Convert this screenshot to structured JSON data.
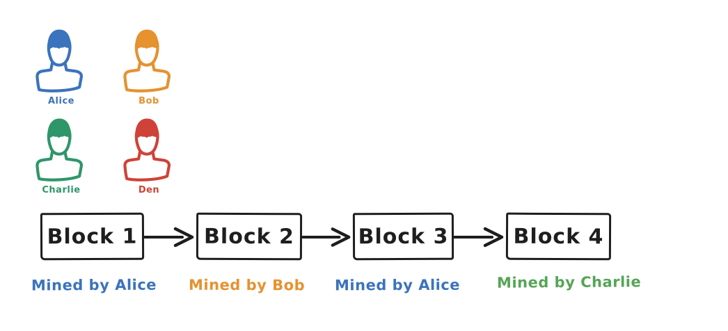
{
  "canvas": {
    "background": "#ffffff",
    "ink_color": "#1e1e1e"
  },
  "people": [
    {
      "name": "Alice",
      "color": "#3b73bd",
      "icon": "person-bust"
    },
    {
      "name": "Bob",
      "color": "#e5922f",
      "icon": "person-bust"
    },
    {
      "name": "Charlie",
      "color": "#2e9669",
      "icon": "person-bust"
    },
    {
      "name": "Den",
      "color": "#cf4237",
      "icon": "person-bust"
    }
  ],
  "chain": {
    "arrow_color": "#1e1e1e",
    "block_border_color": "#1e1e1e",
    "block_text_color": "#1e1e1e",
    "blocks": [
      {
        "label": "Block 1",
        "mined_by": "Mined by Alice",
        "mined_by_color": "#3b73bd"
      },
      {
        "label": "Block 2",
        "mined_by": "Mined by Bob",
        "mined_by_color": "#e5922f"
      },
      {
        "label": "Block 3",
        "mined_by": "Mined by Alice",
        "mined_by_color": "#3b73bd"
      },
      {
        "label": "Block 4",
        "mined_by": "Mined by Charlie",
        "mined_by_color": "#55a556"
      }
    ]
  }
}
